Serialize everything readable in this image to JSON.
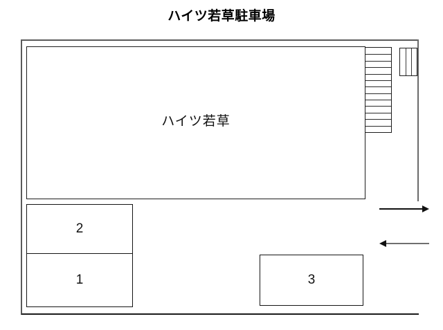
{
  "plan": {
    "title": "ハイツ若草駐車場",
    "building": {
      "label": "ハイツ若草"
    },
    "stairs": {
      "name": "階段",
      "step_count": 13
    },
    "meter_box": {
      "cell_count": 3
    },
    "parking_stalls": [
      {
        "number": "2",
        "position": "upper-left"
      },
      {
        "number": "1",
        "position": "lower-left"
      },
      {
        "number": "3",
        "position": "lower-right"
      }
    ],
    "traffic_arrows": [
      {
        "id": "exit",
        "direction": "right",
        "color": "#111111"
      },
      {
        "id": "entry",
        "direction": "left",
        "color": "#6f6f6f"
      }
    ],
    "colors": {
      "outline": "#5a5a5a",
      "line": "#1c1c1c",
      "text": "#111111",
      "background": "#ffffff"
    }
  }
}
